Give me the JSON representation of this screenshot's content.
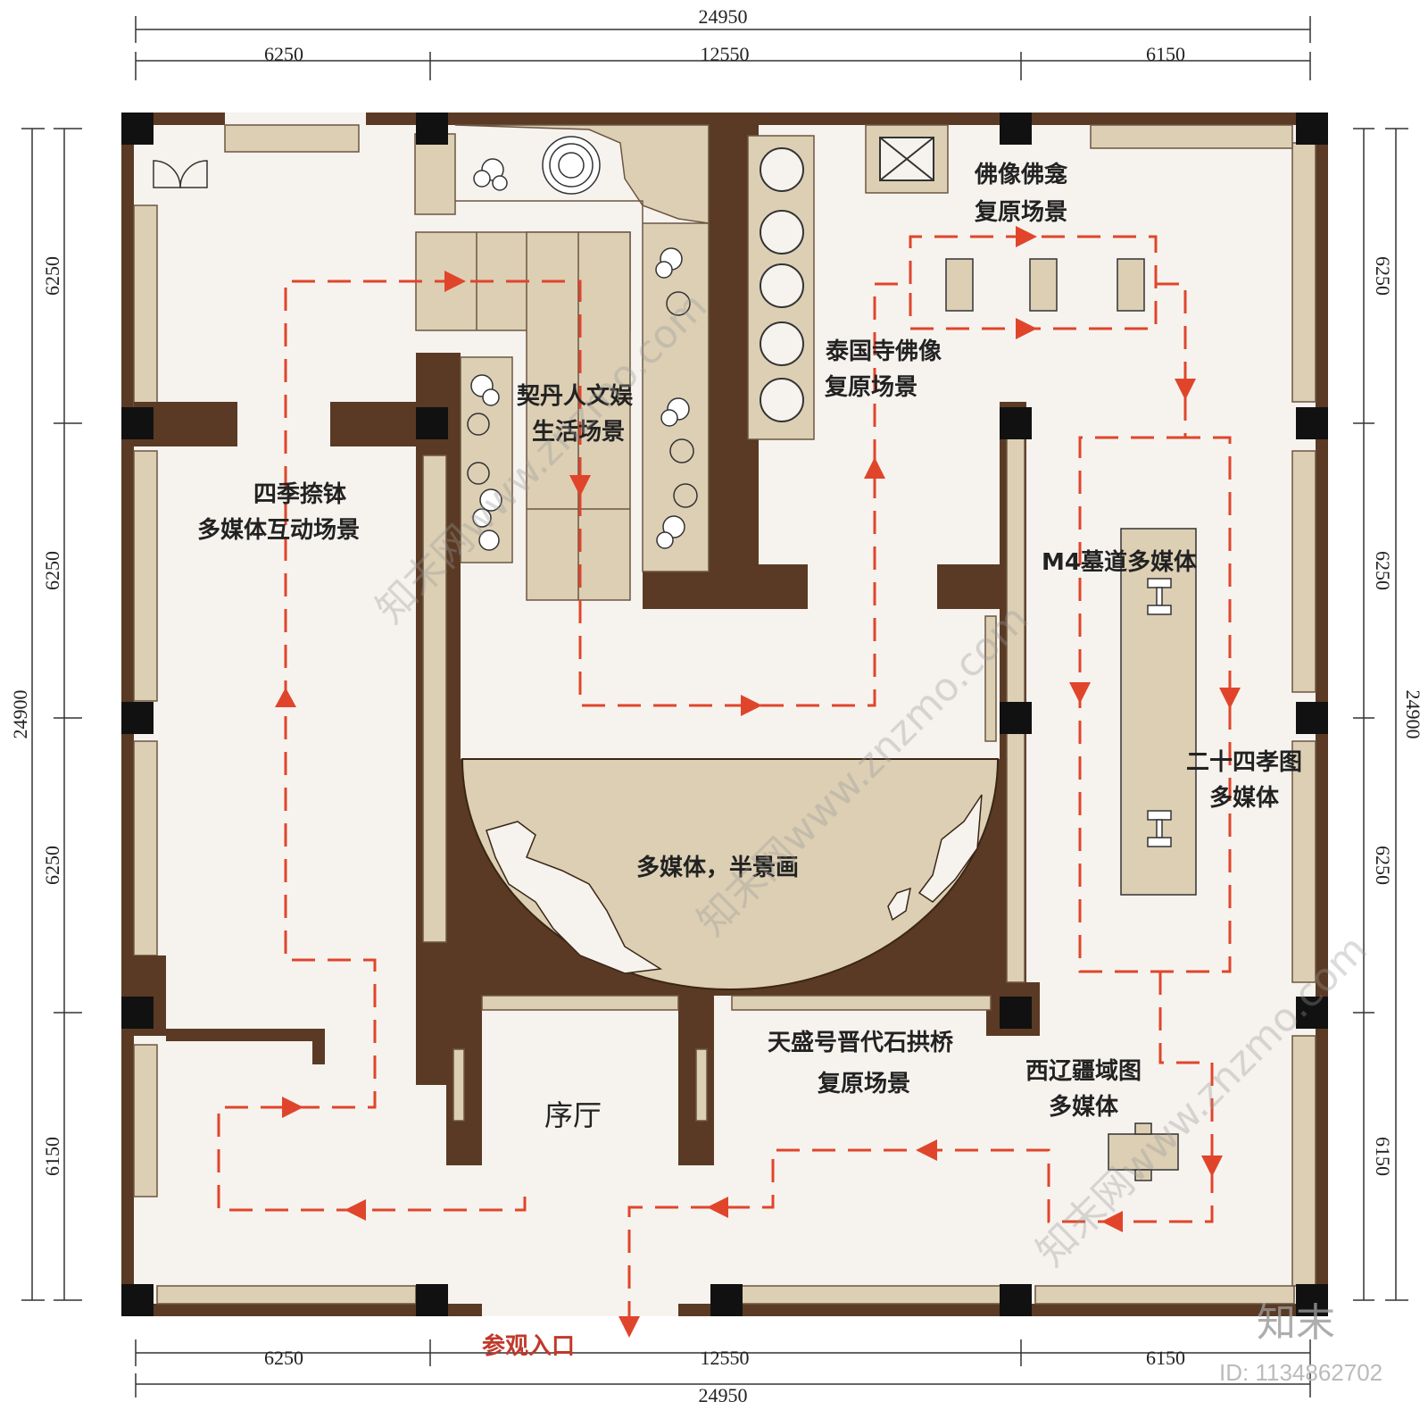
{
  "colors": {
    "wall": "#5a3a24",
    "column": "#111111",
    "floor": "#f6f3ee",
    "panel": "#dccfb4",
    "panel_edge": "#6d5642",
    "route": "#e0452b",
    "entry_text": "#c0392b"
  },
  "dimensions": {
    "total_top": "24950",
    "top_segments": [
      "6250",
      "12550",
      "6150"
    ],
    "total_bottom": "24950",
    "bottom_segments": [
      "6250",
      "12550",
      "6150"
    ],
    "total_left": "24900",
    "left_segments": [
      "6250",
      "6250",
      "6250",
      "6150"
    ],
    "total_right": "24900",
    "right_segments": [
      "6250",
      "6250",
      "6250",
      "6150"
    ]
  },
  "labels": {
    "four_seasons": [
      "四季捺钵",
      "多媒体互动场景"
    ],
    "khitan_life": [
      "契丹人文娱",
      "生活场景"
    ],
    "thai_temple": [
      "泰国寺佛像",
      "复原场景"
    ],
    "buddha_niche": [
      "佛像佛龛",
      "复原场景"
    ],
    "m4_tomb": "M4墓道多媒体",
    "filial_piety": [
      "二十四孝图",
      "多媒体"
    ],
    "panorama": "多媒体，半景画",
    "stone_bridge": [
      "天盛号晋代石拱桥",
      "复原场景"
    ],
    "western_liao": [
      "西辽疆域图",
      "多媒体"
    ],
    "prelude_hall": "序厅",
    "entrance": "参观入口"
  },
  "watermark": {
    "logo": "知末",
    "id": "ID: 1134862702",
    "repeat_text": "知末网www.znzmo.com"
  }
}
